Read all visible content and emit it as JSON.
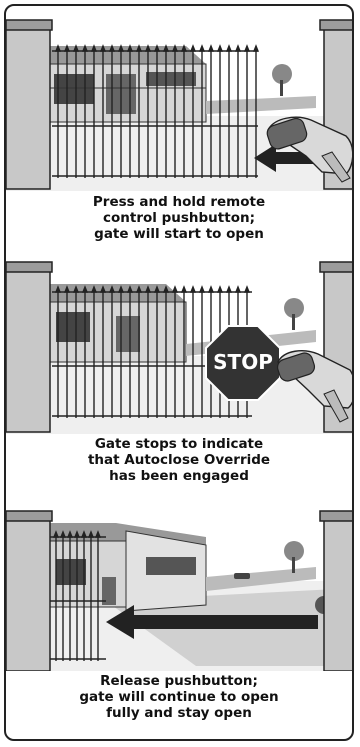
{
  "panels": [
    {
      "caption_lines": [
        "Press and hold remote",
        "control pushbutton;",
        "gate will start to open"
      ]
    },
    {
      "caption_lines": [
        "Gate stops to indicate",
        "that Autoclose Override",
        "has been engaged"
      ],
      "sign_text": "STOP"
    },
    {
      "caption_lines": [
        "Release pushbutton;",
        "gate will continue to open",
        "fully and stay open"
      ]
    }
  ],
  "colors": {
    "stop_sign": "#333333",
    "arrow": "#222222",
    "pillar": "#c8c8c8",
    "ground": "#e6e6e6"
  },
  "icons": [
    "remote-hand-icon",
    "arrow-left-icon",
    "stop-sign-icon",
    "tree-icon",
    "car-icon"
  ]
}
